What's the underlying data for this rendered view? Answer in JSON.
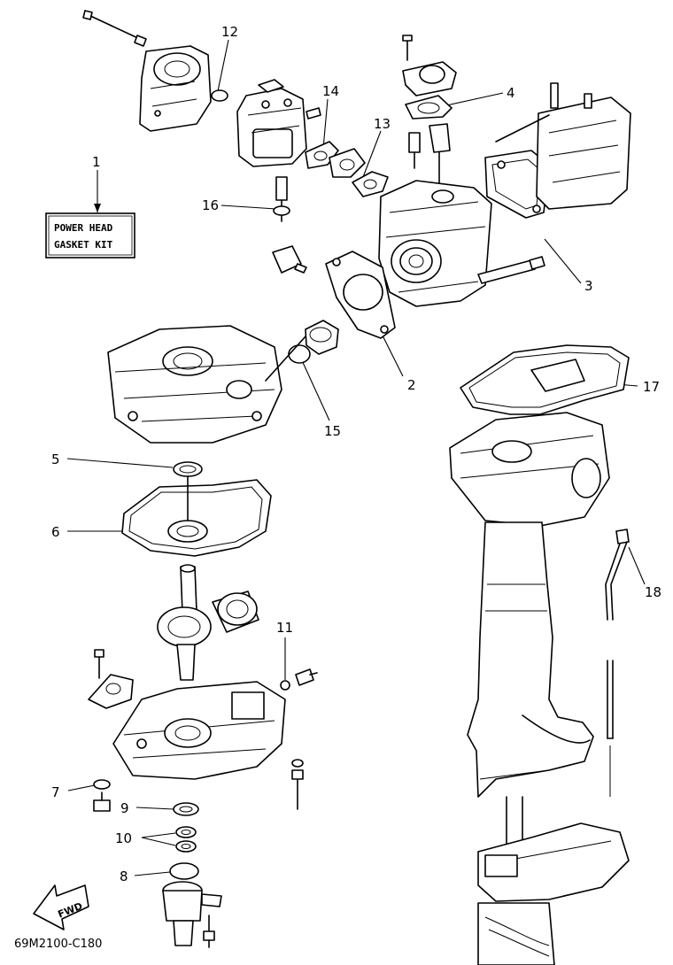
{
  "kit_box": {
    "line1": "POWER HEAD",
    "line2": "GASKET KIT"
  },
  "callouts": {
    "c1": "1",
    "c2": "2",
    "c3": "3",
    "c4": "4",
    "c5": "5",
    "c6": "6",
    "c7": "7",
    "c8": "8",
    "c9": "9",
    "c10": "10",
    "c11": "11",
    "c12": "12",
    "c13": "13",
    "c14": "14",
    "c15": "15",
    "c16": "16",
    "c17": "17",
    "c18": "18"
  },
  "fwd_label": "FWD",
  "diagram_code": "69M2100-C180"
}
